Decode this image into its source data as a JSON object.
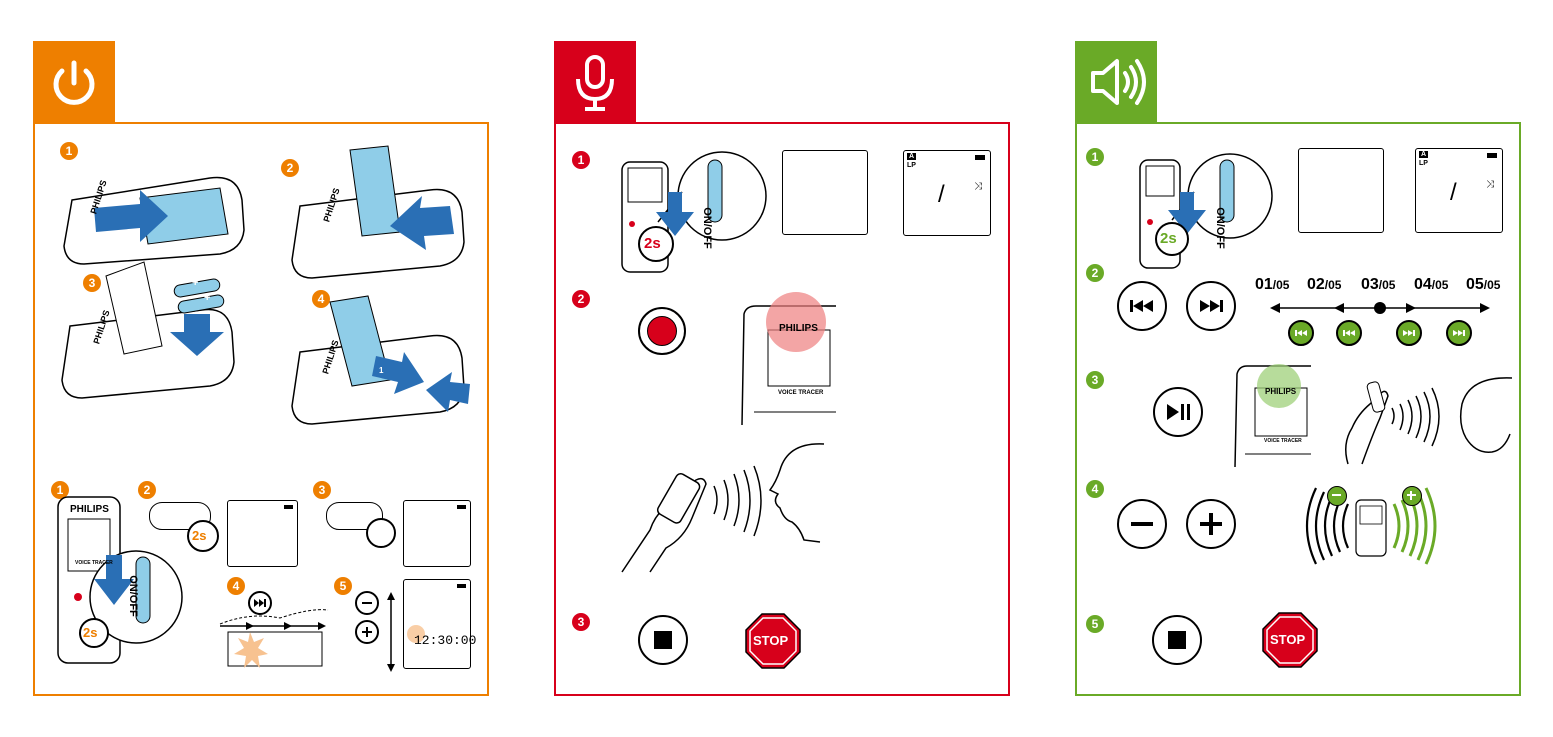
{
  "colors": {
    "power": "#ee7f00",
    "record": "#d7001b",
    "playback": "#6aaa27",
    "arrow_blue": "#2a6fb5",
    "screen_blue": "#8fcde8"
  },
  "icons": {
    "power_tab": "power-icon",
    "record_tab": "microphone-icon",
    "playback_tab": "speaker-icon"
  },
  "power_section": {
    "battery_steps": [
      "1",
      "2",
      "3",
      "4"
    ],
    "setup_steps": [
      "1",
      "2",
      "3",
      "4",
      "5"
    ],
    "brand": "PHILIPS",
    "model": "VOICE TRACER",
    "switch_label": "ON/OFF",
    "hold_label": "2s",
    "clock_time": "12:30:00",
    "polarity": [
      "+",
      "+"
    ],
    "insert_marks": [
      "1",
      "2"
    ]
  },
  "record_section": {
    "steps": [
      "1",
      "2",
      "3"
    ],
    "hold_label": "2s",
    "switch_label": "ON/OFF",
    "brand": "PHILIPS",
    "model": "VOICE TRACER",
    "lcd_mode": "LP",
    "lcd_folder": "A",
    "lcd_slash": "/",
    "stop_label": "STOP"
  },
  "playback_section": {
    "steps": [
      "1",
      "2",
      "3",
      "4",
      "5"
    ],
    "hold_label": "2s",
    "switch_label": "ON/OFF",
    "brand": "PHILIPS",
    "model": "VOICE TRACER",
    "lcd_mode": "LP",
    "lcd_folder": "A",
    "lcd_slash": "/",
    "tracks": [
      {
        "num": "01",
        "total": "/05"
      },
      {
        "num": "02",
        "total": "/05"
      },
      {
        "num": "03",
        "total": "/05"
      },
      {
        "num": "04",
        "total": "/05"
      },
      {
        "num": "05",
        "total": "/05"
      }
    ],
    "stop_label": "STOP"
  }
}
